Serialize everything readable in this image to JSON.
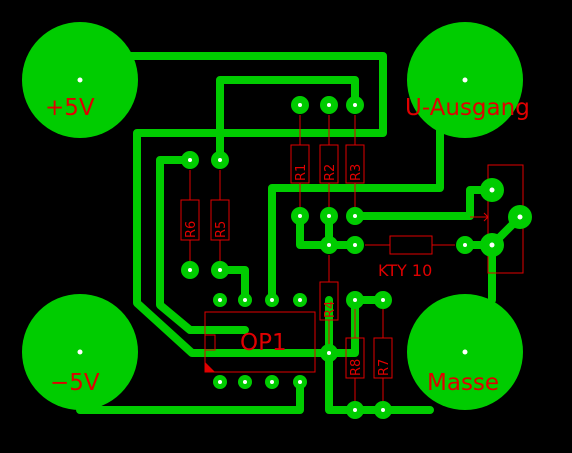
{
  "pads": {
    "plus5v": "+5V",
    "minus5v": "−5V",
    "u_ausgang": "U-Ausgang",
    "masse": "Masse"
  },
  "components": {
    "r1": "R1",
    "r2": "R2",
    "r3": "R3",
    "r4": "R4",
    "r5": "R5",
    "r6": "R6",
    "r7": "R7",
    "r8": "R8",
    "op1": "OP1",
    "kty": "KTY 10"
  },
  "colors": {
    "copper": "#00cc00",
    "silkscreen": "#e00000",
    "background": "#000000",
    "drill": "#ffffff"
  }
}
